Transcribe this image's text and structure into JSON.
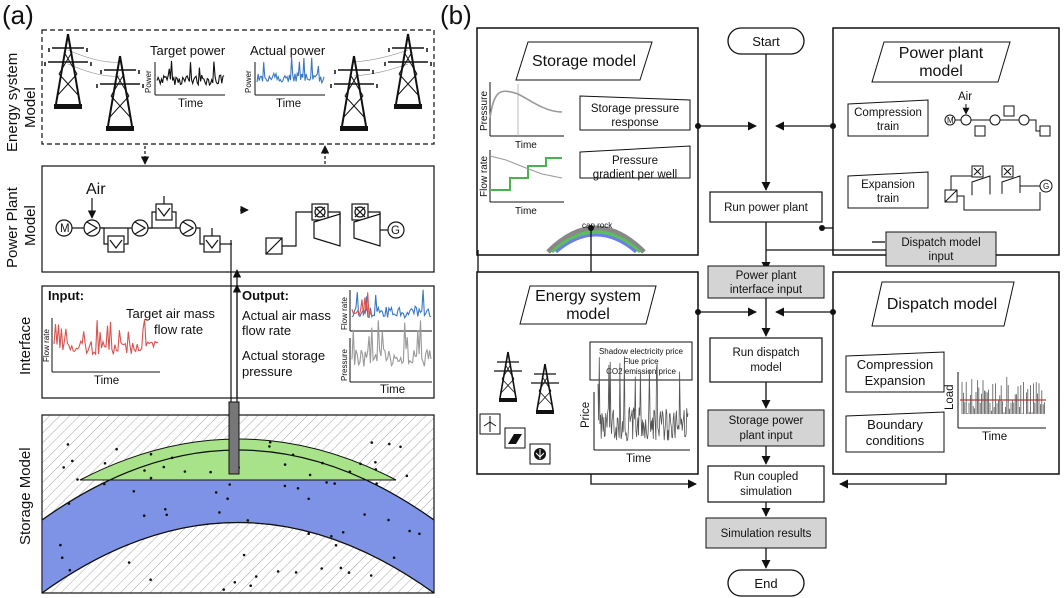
{
  "panel_a": {
    "label": "(a)",
    "side_labels": {
      "energy_system_line1": "Energy system",
      "energy_system_line2": "Model",
      "power_plant_line1": "Power Plant",
      "power_plant_line2": "Model",
      "interface": "Interface",
      "storage": "Storage Model"
    },
    "energy_system": {
      "target_power": "Target power",
      "actual_power": "Actual power",
      "axis_power": "Power",
      "axis_time": "Time",
      "target_color": "#111111",
      "actual_color": "#3b78c3"
    },
    "power_plant": {
      "air": "Air",
      "motor": "M",
      "generator": "G"
    },
    "interface": {
      "input_title": "Input:",
      "output_title": "Output:",
      "target_air_line1": "Target air mass",
      "target_air_line2": "flow rate",
      "actual_air_line1": "Actual air mass",
      "actual_air_line2": "flow rate",
      "actual_storage_line1": "Actual storage",
      "actual_storage_line2": "pressure",
      "axis_flow_rate": "Flow rate",
      "axis_pressure": "Pressure",
      "axis_time": "Time",
      "input_color": "#d9534f",
      "output_blue": "#3b78c3",
      "output_red": "#d9534f",
      "pressure_color": "#999999"
    },
    "storage": {
      "gas_color": "#a8e38a",
      "water_color": "#7f93e6"
    }
  },
  "panel_b": {
    "label": "(b)",
    "storage_model": {
      "title": "Storage model",
      "storage_pressure_line1": "Storage pressure",
      "storage_pressure_line2": "response",
      "pressure_gradient_line1": "Pressure",
      "pressure_gradient_line2": "gradient per well",
      "axis_pressure": "Pressure",
      "axis_flow_rate": "Flow rate",
      "axis_time": "Time",
      "cap_rock": "cap rock"
    },
    "power_plant_model": {
      "title_line1": "Power plant",
      "title_line2": "model",
      "compression_line1": "Compression",
      "compression_line2": "train",
      "expansion_line1": "Expansion",
      "expansion_line2": "train",
      "air": "Air",
      "motor": "M",
      "generator": "G"
    },
    "energy_system_model": {
      "title_line1": "Energy system",
      "title_line2": "model",
      "prices_line1": "Shadow electricity price",
      "prices_line2": "Flue price",
      "prices_line3": "CO2 emission price",
      "axis_price": "Price",
      "axis_time": "Time"
    },
    "dispatch_model": {
      "title": "Dispatch model",
      "compression_expansion_line1": "Compression",
      "compression_expansion_line2": "Expansion",
      "boundary_line1": "Boundary",
      "boundary_line2": "conditions",
      "axis_load": "Load",
      "axis_time": "Time"
    },
    "flow": {
      "start": "Start",
      "run_power_plant": "Run power plant",
      "dispatch_input_line1": "Dispatch model",
      "dispatch_input_line2": "input",
      "pp_interface_line1": "Power plant",
      "pp_interface_line2": "interface input",
      "run_dispatch_line1": "Run dispatch",
      "run_dispatch_line2": "model",
      "storage_pp_line1": "Storage power",
      "storage_pp_line2": "plant input",
      "run_coupled_line1": "Run coupled",
      "run_coupled_line2": "simulation",
      "simulation_results": "Simulation results",
      "end": "End",
      "gray_fill": "#d4d4d4"
    }
  }
}
